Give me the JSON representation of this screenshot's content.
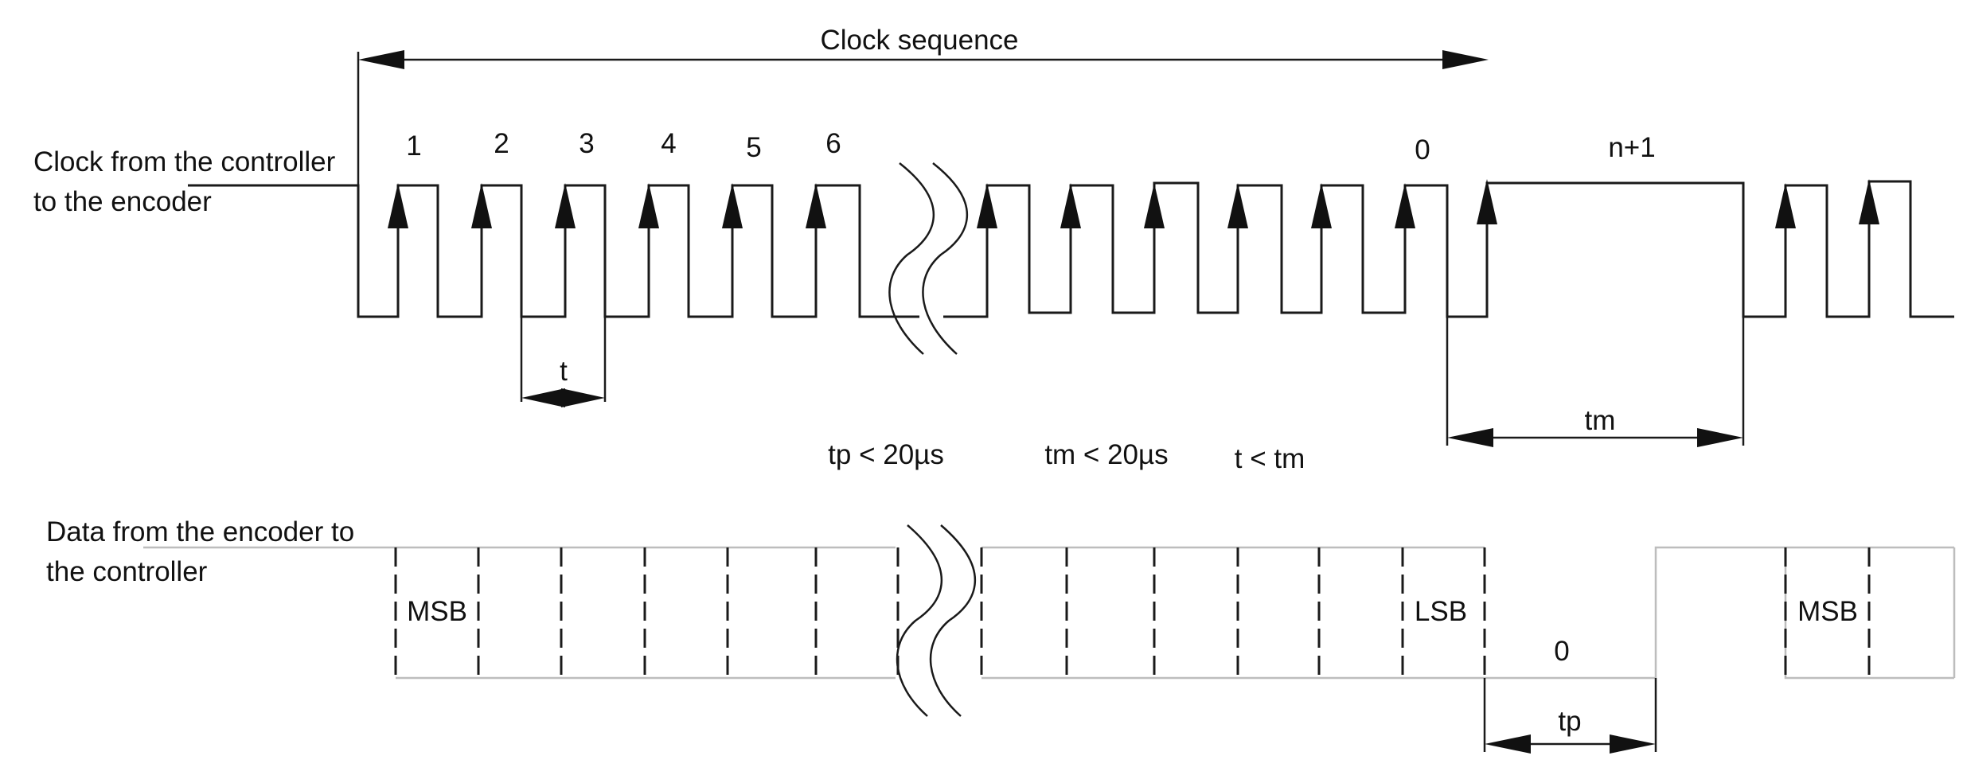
{
  "labels": {
    "clock_sequence": "Clock sequence",
    "clock_signal": [
      "Clock from the controller",
      "to the encoder"
    ],
    "data_signal": [
      "Data from the encoder to",
      "the controller"
    ],
    "t": "t",
    "tm": "tm",
    "tp": "tp",
    "cond_tp": "tp < 20µs",
    "cond_tm": "tm < 20µs",
    "cond_t": "t < tm",
    "msb_1": "MSB",
    "lsb": "LSB",
    "zero_bit": "0",
    "msb_2": "MSB"
  },
  "clock_numbers": [
    "1",
    "2",
    "3",
    "4",
    "5",
    "6",
    "0",
    "n+1"
  ]
}
